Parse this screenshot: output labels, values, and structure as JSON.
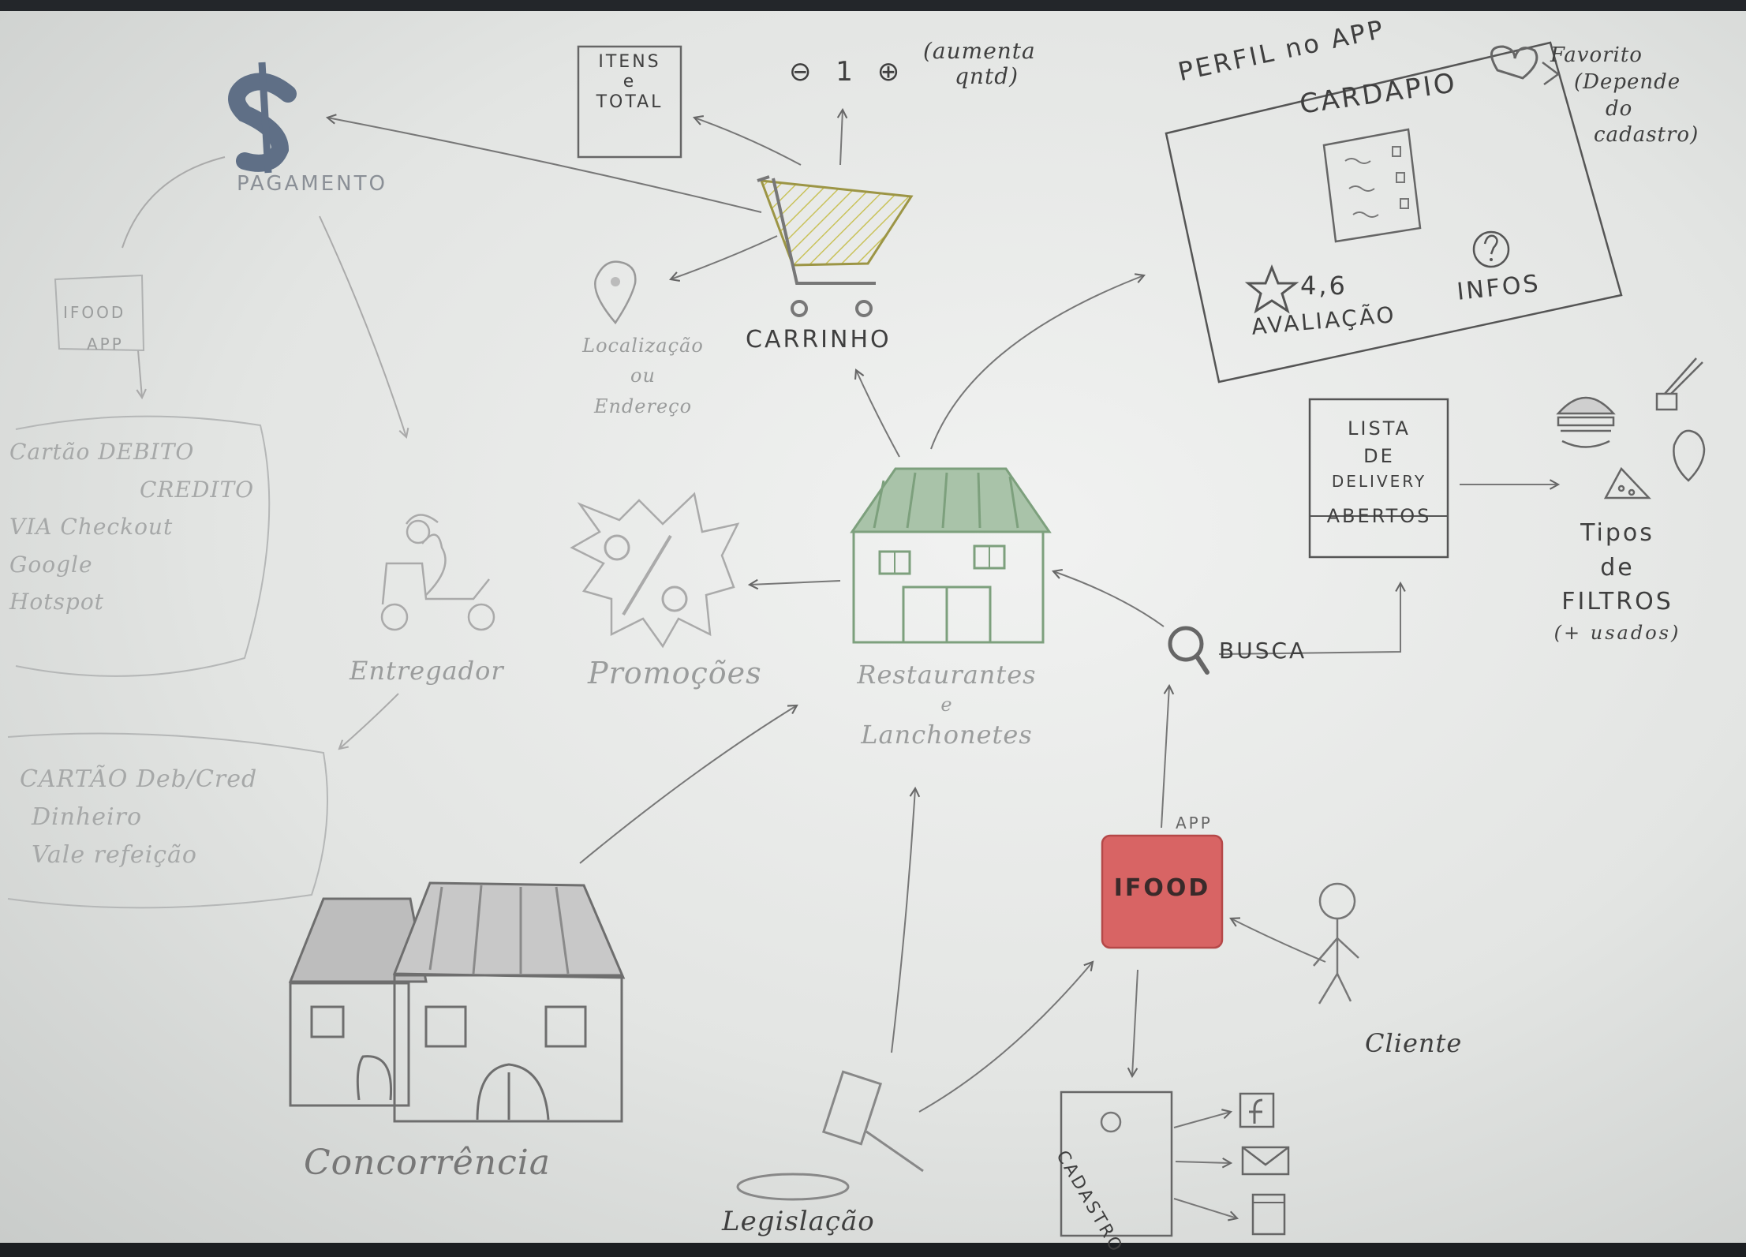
{
  "labels": {
    "pagamento": "PAGAMENTO",
    "itens_total": [
      "ITENS",
      "e",
      "TOTAL"
    ],
    "quantidade_controls": "⊖ 1 ⊕",
    "aumenta_qntd": [
      "(aumenta",
      "qntd)"
    ],
    "carrinho": "CARRINHO",
    "localizacao": [
      "Localização",
      "ou",
      "Endereço"
    ],
    "perfil_app": "PERFIL no APP",
    "cardapio": "CARDAPIO",
    "favorito": [
      "Favorito",
      "(Depende",
      "do",
      "cadastro)"
    ],
    "rating": "4,6",
    "avaliacao": "AVALIAÇÃO",
    "infos": "INFOS",
    "lista_delivery": [
      "LISTA",
      "DE",
      "DELIVERY",
      "ABERTOS"
    ],
    "tipos_filtros": [
      "Tipos",
      "de",
      "FILTROS",
      "(+ usados)"
    ],
    "busca": "BUSCA",
    "restaurantes": [
      "Restaurantes",
      "e",
      "Lanchonetes"
    ],
    "promocoes": "Promoções",
    "entregador": "Entregador",
    "ifood_center": "IFOOD",
    "app": "APP",
    "cliente": "Cliente",
    "concorrencia": "Concorrência",
    "legislacao": "Legislação",
    "cadastro": "CADASTRO",
    "left_box_top": [
      "IFOOD",
      "APP"
    ],
    "left_box_payment": [
      "Cartão DEBITO",
      "CREDITO",
      "VIA Checkout",
      "Google",
      "Hotspot"
    ],
    "left_box_card": [
      "CARTÃO Deb/Cred",
      "Dinheiro",
      "Vale refeição"
    ]
  },
  "colors": {
    "cart_yellow": "#c9c25a",
    "house_green": "#7da07d",
    "ifood_red": "#d86464",
    "pencil": "#5a5a5a",
    "faint_pencil": "#a3a5a5",
    "dollar_blue": "#5f6f86"
  },
  "icons": [
    "dollar-icon",
    "cart-icon",
    "location-pin-icon",
    "heart-icon",
    "star-icon",
    "question-icon",
    "menu-list-icon",
    "search-icon",
    "burger-icon",
    "fries-icon",
    "pizza-icon",
    "scooter-icon",
    "promo-badge-icon",
    "restaurant-house-icon",
    "competitor-houses-icon",
    "gavel-icon",
    "stick-figure-icon",
    "facebook-icon",
    "email-icon",
    "phone-icon",
    "user-icon"
  ]
}
